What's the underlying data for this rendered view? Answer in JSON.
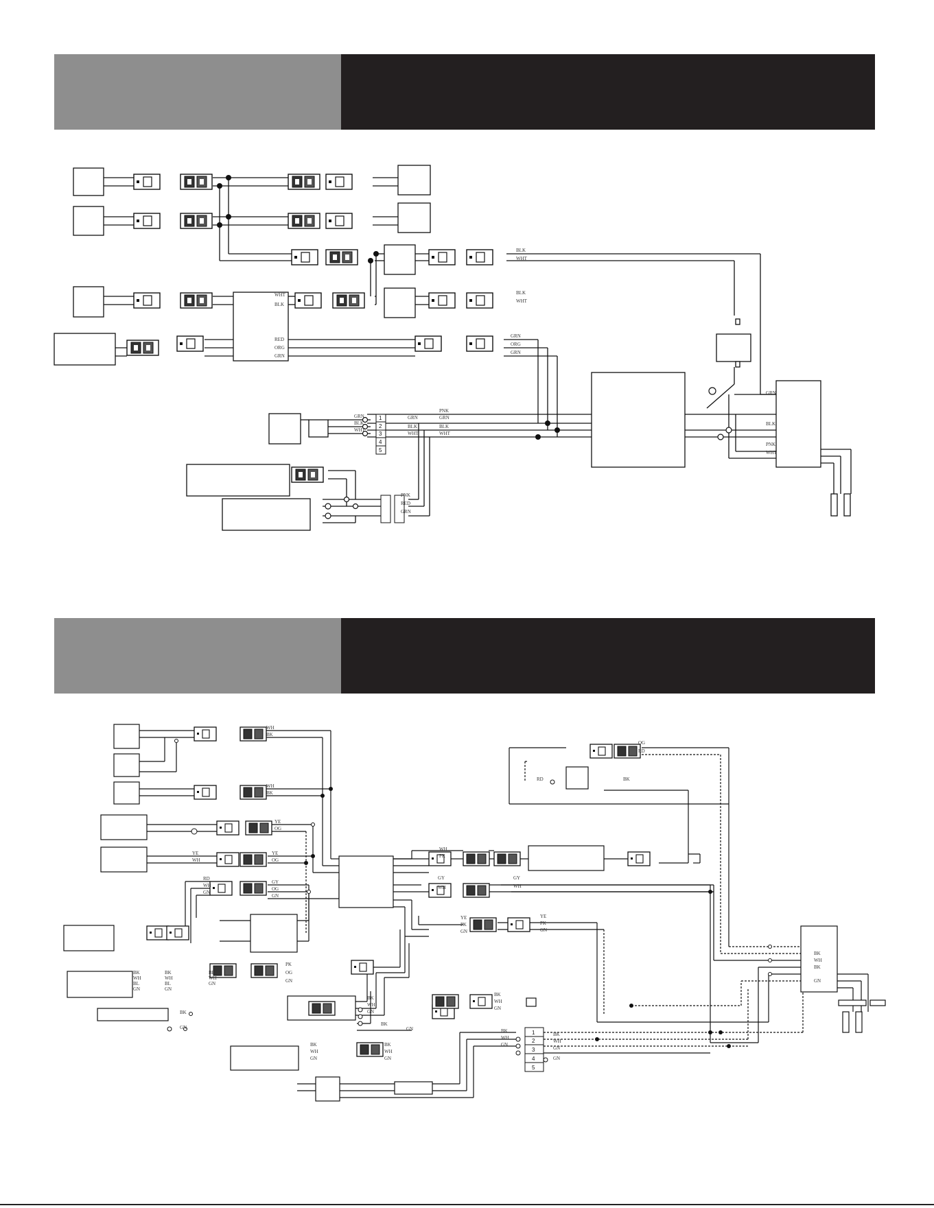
{
  "colors": {
    "banner_left": "#8e8e8e",
    "banner_right": "#231f20",
    "wire": "#111111"
  },
  "diagram1": {
    "wire_labels": {
      "w1_blk": "BLK",
      "w1_wht": "WHT",
      "w2_blk": "BLK",
      "w2_wht": "WHT",
      "c1_wht": "WHT",
      "c1_blk": "BLK",
      "c2_red": "RED",
      "c2_org": "ORG",
      "c2_grn": "GRN",
      "r1": "GRN",
      "r2": "ORG",
      "r3": "GRN",
      "s1": "GRN",
      "s2": "BLK",
      "s3": "WHT",
      "t1": "PNK",
      "t2": "GRN",
      "t3": "BLK",
      "t4": "WHT",
      "u1": "GRN",
      "u2": "BLK",
      "u3": "WHT",
      "v1": "PNK",
      "v2": "RED",
      "v3": "GRN",
      "e1": "GRN",
      "e2": "BLK",
      "e3": "PNK",
      "e4": "WHT"
    },
    "pins": [
      "1",
      "2",
      "3",
      "4",
      "5"
    ]
  },
  "diagram2": {
    "wire_labels": {
      "a1": "WH",
      "a2": "BK",
      "a3": "WH",
      "a4": "BK",
      "b1": "YE",
      "b2": "OG",
      "b3": "YE",
      "b4": "WH",
      "b5": "YE",
      "b6": "OG",
      "c1": "RD",
      "c2": "WH",
      "c3": "GN",
      "c4": "GY",
      "c5": "OG",
      "c6": "GN",
      "d1": "WH",
      "d2": "PK",
      "d3": "GY",
      "d4": "WH",
      "d5": "GY",
      "d6": "WH",
      "e1": "YE",
      "e2": "PK",
      "e3": "GN",
      "e4": "YE",
      "e5": "PK",
      "e6": "GN",
      "f1": "OG",
      "f2": "RD",
      "f3": "RD",
      "f4": "BK",
      "g1": "BK",
      "g2": "WH",
      "g3": "BL",
      "g4": "GN",
      "g5": "BK",
      "g6": "WH",
      "g7": "BL",
      "g8": "GN",
      "h1": "BK",
      "h2": "WH",
      "h3": "GN",
      "h4": "BK",
      "h5": "GN",
      "h6": "PK",
      "h7": "OG",
      "h8": "GN",
      "i1": "BK",
      "i2": "WH",
      "i3": "GN",
      "i4": "BK",
      "i5": "WH",
      "i6": "GN",
      "j1": "BK",
      "j2": "WH",
      "j3": "GN",
      "j4": "BK",
      "j5": "WH",
      "j6": "GN",
      "j7": "GN",
      "k1": "BK",
      "k2": "WH",
      "k3": "GN",
      "k4": "BK",
      "k5": "WH",
      "k6": "GN",
      "l1": "BK",
      "l2": "WH",
      "l3": "BK",
      "l4": "GN",
      "m1": "BK",
      "m2": "GN"
    },
    "pins": [
      "1",
      "2",
      "3",
      "4",
      "5"
    ]
  }
}
